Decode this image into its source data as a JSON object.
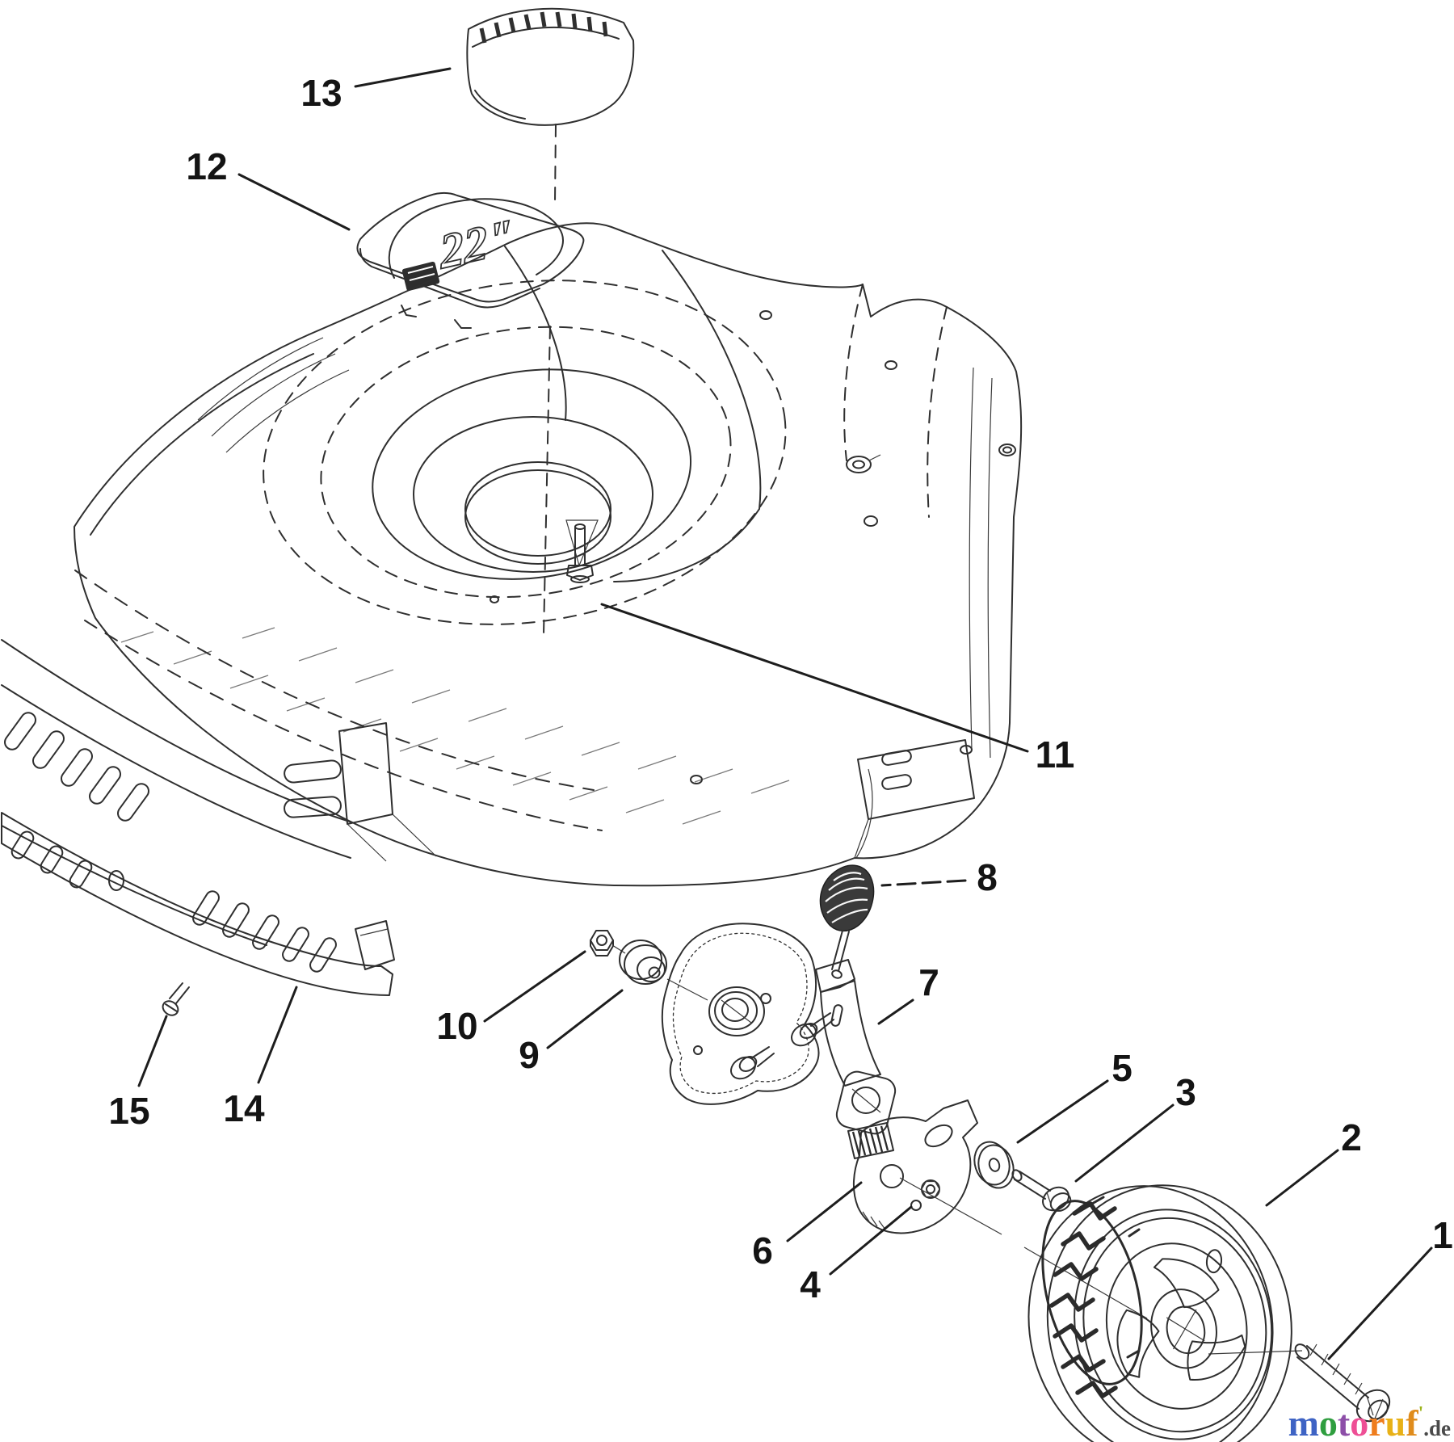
{
  "figure": {
    "type": "exploded-parts-diagram",
    "subject": "walk-behind mower housing, height lever and rear wheel assembly",
    "background": "#ffffff",
    "line_color": "#2f2f2f",
    "deck_plate_text": "22\""
  },
  "callouts": [
    {
      "label": "1"
    },
    {
      "label": "2"
    },
    {
      "label": "3"
    },
    {
      "label": "4"
    },
    {
      "label": "5"
    },
    {
      "label": "6"
    },
    {
      "label": "7"
    },
    {
      "label": "8"
    },
    {
      "label": "9"
    },
    {
      "label": "10"
    },
    {
      "label": "11"
    },
    {
      "label": "12"
    },
    {
      "label": "13"
    },
    {
      "label": "14"
    },
    {
      "label": "15"
    }
  ],
  "watermark": {
    "word": "motoruf",
    "suffix": ".de",
    "letters": [
      {
        "char": "m",
        "color": "#3e63c4"
      },
      {
        "char": "o",
        "color": "#2f9e3f"
      },
      {
        "char": "t",
        "color": "#8d4fa8"
      },
      {
        "char": "o",
        "color": "#ee4f95"
      },
      {
        "char": "r",
        "color": "#ef7d1d"
      },
      {
        "char": "u",
        "color": "#e8b117"
      },
      {
        "char": "f",
        "color": "#e08c1c"
      }
    ],
    "tick": "'",
    "suffix_color": "#4a4a4a"
  }
}
